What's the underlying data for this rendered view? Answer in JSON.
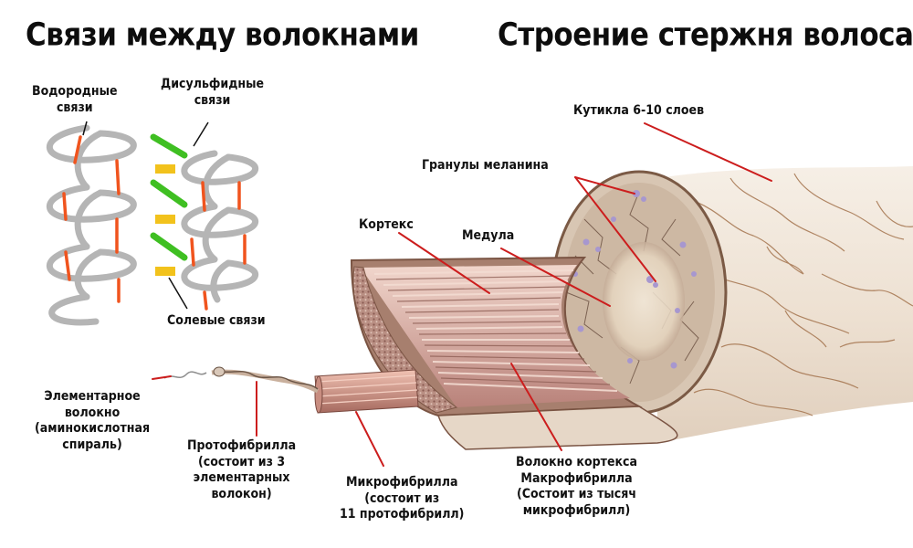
{
  "titles": {
    "bonds": "Связи между волокнами",
    "structure": "Строение стержня волоса"
  },
  "labels": {
    "hydrogen": [
      "Водородные",
      "связи"
    ],
    "disulfide": [
      "Дисульфидные",
      "связи"
    ],
    "salt": "Солевые связи",
    "cuticle": "Кутикла 6-10 слоев",
    "melanin": "Гранулы меланина",
    "cortex": "Кортекс",
    "medulla": "Медула",
    "elementary": [
      "Элементарное",
      "волокно",
      "(аминокислотная",
      "спираль)"
    ],
    "protofibril": [
      "Протофибрилла",
      "(состоит из 3",
      "элементарных",
      "волокон)"
    ],
    "microfibril": [
      "Микрофибрилла",
      "(состоит из",
      "11 протофибрилл)"
    ],
    "cortex_fiber": [
      "Волокно кортекса",
      "Макрофибрилла",
      "(Состоит из тысяч",
      "микрофибрилл)"
    ]
  },
  "colors": {
    "hair_surface": "#eee2d4",
    "cortex_strand": "#c9958a",
    "pointer_line": "#cc1d1d",
    "hydrogen_bond": "#f0541e",
    "disulfide_bond": "#3fbf22",
    "salt_bond": "#f2c21c",
    "coil": "#bdbdbd"
  }
}
